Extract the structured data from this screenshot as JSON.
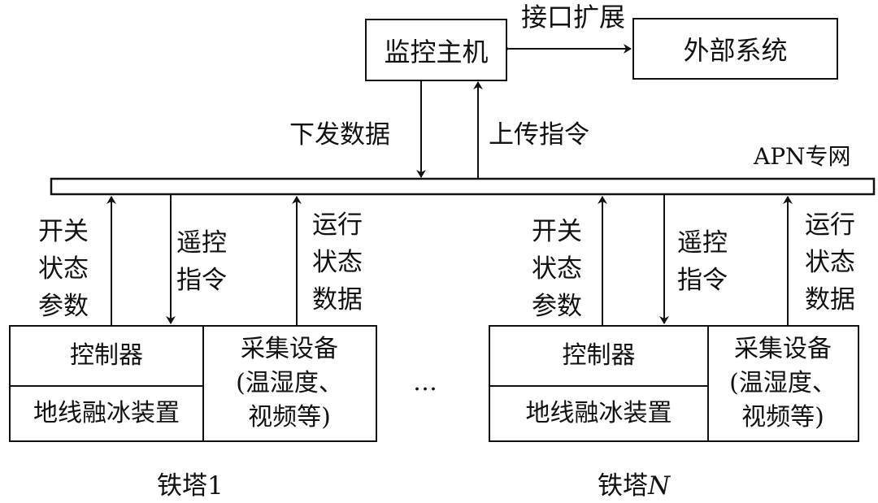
{
  "diagram": {
    "monitor_host": "监控主机",
    "external_system": "外部系统",
    "interface_expansion": "接口扩展",
    "downlink_data": "下发数据",
    "uplink_command": "上传指令",
    "network": "APN专网",
    "ellipsis": "…",
    "towers": [
      {
        "label": "铁塔",
        "label_suffix": "1",
        "switch_status": [
          "开关",
          "状态",
          "参数"
        ],
        "remote_control": [
          "遥控",
          "指令"
        ],
        "run_status": [
          "运行",
          "状态",
          "数据"
        ],
        "controller": "控制器",
        "deicing_device": "地线融冰装置",
        "collector": [
          "采集设备",
          "(温湿度、",
          "视频等)"
        ]
      },
      {
        "label": "铁塔",
        "label_suffix": "N",
        "switch_status": [
          "开关",
          "状态",
          "参数"
        ],
        "remote_control": [
          "遥控",
          "指令"
        ],
        "run_status": [
          "运行",
          "状态",
          "数据"
        ],
        "controller": "控制器",
        "deicing_device": "地线融冰装置",
        "collector": [
          "采集设备",
          "(温湿度、",
          "视频等)"
        ]
      }
    ]
  }
}
